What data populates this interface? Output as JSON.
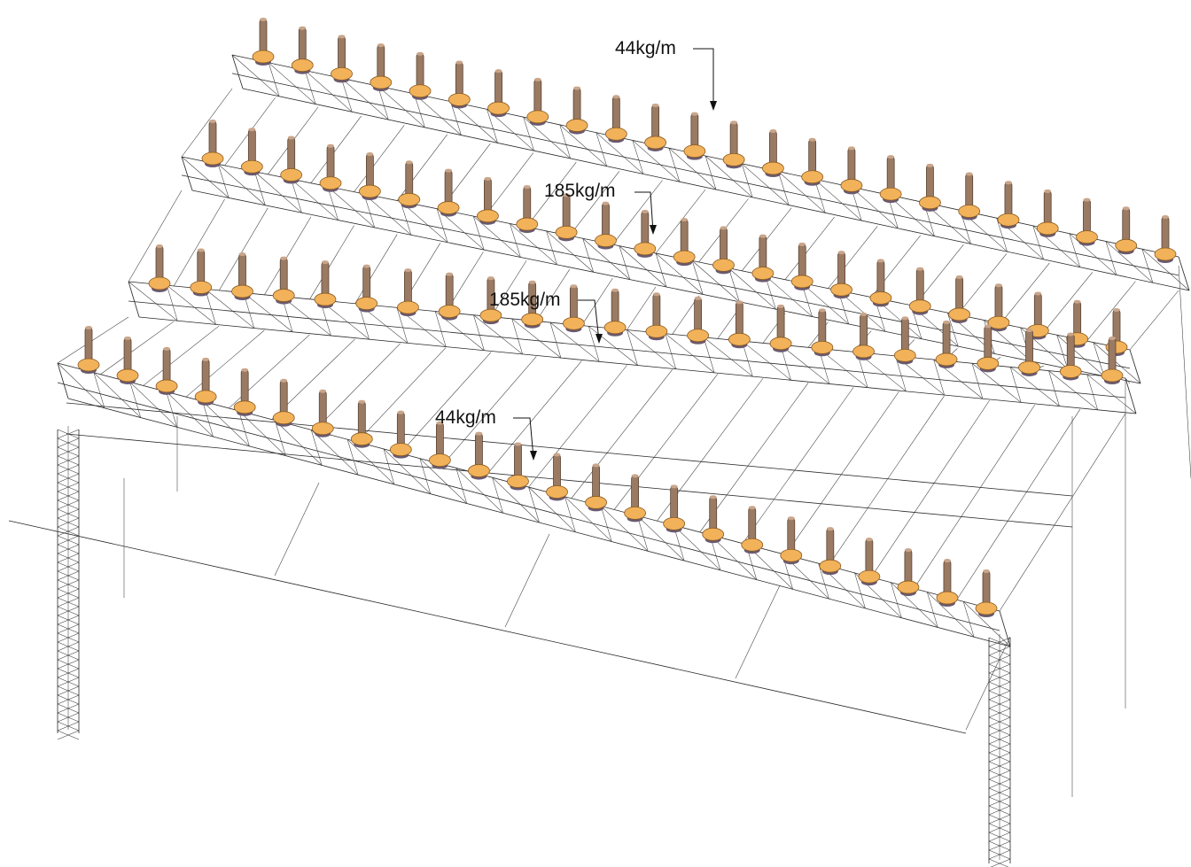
{
  "diagram": {
    "labels": [
      {
        "id": "back-row",
        "text": "44kg/m"
      },
      {
        "id": "mid-back-row",
        "text": "185kg/m"
      },
      {
        "id": "mid-front-row",
        "text": "185kg/m"
      },
      {
        "id": "front-row",
        "text": "44kg/m"
      }
    ],
    "load_rows": [
      {
        "id": "back-row",
        "count": 24
      },
      {
        "id": "mid-back-row",
        "count": 24
      },
      {
        "id": "mid-front-row",
        "count": 24
      },
      {
        "id": "front-row",
        "count": 24
      }
    ],
    "colors": {
      "wireframe": "#2a2a2a",
      "lamp_body": "#9a7a63",
      "lamp_base": "#f2b25a",
      "lamp_shadow": "#6a5a70",
      "text": "#111111"
    }
  }
}
